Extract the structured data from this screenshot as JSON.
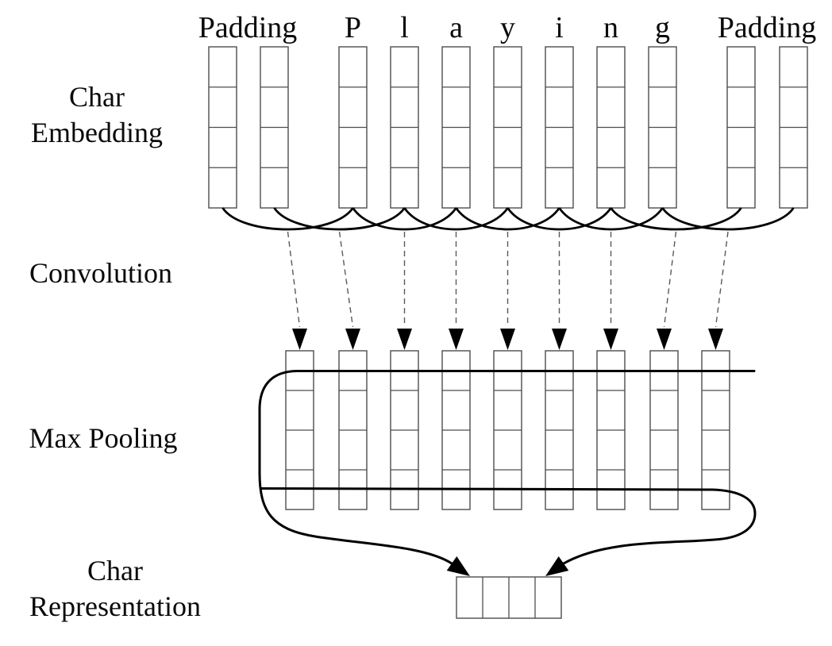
{
  "figure": {
    "kind": "char-cnn-architecture-diagram",
    "word": "Playing"
  },
  "labels": {
    "char_embedding": [
      "Char",
      "Embedding"
    ],
    "convolution": "Convolution",
    "max_pooling": "Max Pooling",
    "char_representation": [
      "Char",
      "Representation"
    ],
    "padding_left": "Padding",
    "padding_right": "Padding",
    "chars": [
      "P",
      "l",
      "a",
      "y",
      "i",
      "n",
      "g"
    ]
  },
  "structure": {
    "embedding_columns": 11,
    "padding_columns_each_side": 2,
    "cells_per_embedding_column": 4,
    "convolution_window_size": 3,
    "convolution_windows": 9,
    "convolution_output_columns": 9,
    "cells_per_convolution_column": 4,
    "max_pooling_lines": 2,
    "representation_cells": 4
  },
  "colors": {
    "background": "#ffffff",
    "box_border": "#4d4d4d",
    "curve": "#000000",
    "dashed_line": "#595959",
    "arrow_fill": "#000000",
    "text": "#0a0a0a"
  }
}
